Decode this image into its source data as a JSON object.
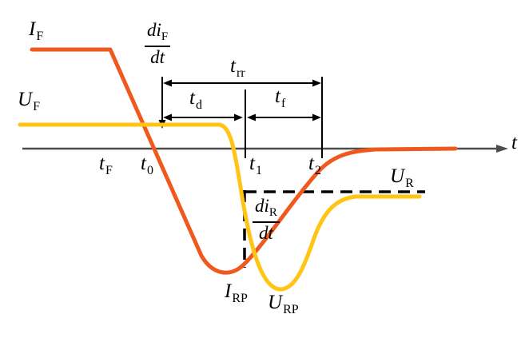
{
  "colors": {
    "current_curve": "#F0591E",
    "voltage_curve": "#FFC414",
    "axis": "#4D4D4D",
    "annotation": "#000000",
    "background": "#FFFFFF"
  },
  "labels": {
    "forward_current": {
      "main": "I",
      "sub": "F"
    },
    "forward_voltage": {
      "main": "U",
      "sub": "F"
    },
    "forward_slope": {
      "num": "di",
      "num_sub": "F",
      "den": "dt"
    },
    "reverse_slope": {
      "num": "di",
      "num_sub": "R",
      "den": "dt"
    },
    "reverse_recovery_time": {
      "main": "t",
      "sub": "rr"
    },
    "delay_time": {
      "main": "t",
      "sub": "d"
    },
    "fall_time": {
      "main": "t",
      "sub": "f"
    },
    "time_tF": {
      "main": "t",
      "sub": "F"
    },
    "time_t0": {
      "main": "t",
      "sub": "0"
    },
    "time_t1": {
      "main": "t",
      "sub": "1"
    },
    "time_t2": {
      "main": "t",
      "sub": "2"
    },
    "time_axis": {
      "main": "t"
    },
    "reverse_voltage": {
      "main": "U",
      "sub": "R"
    },
    "peak_reverse_current": {
      "main": "I",
      "sub": "RP"
    },
    "peak_reverse_voltage": {
      "main": "U",
      "sub": "RP"
    }
  }
}
